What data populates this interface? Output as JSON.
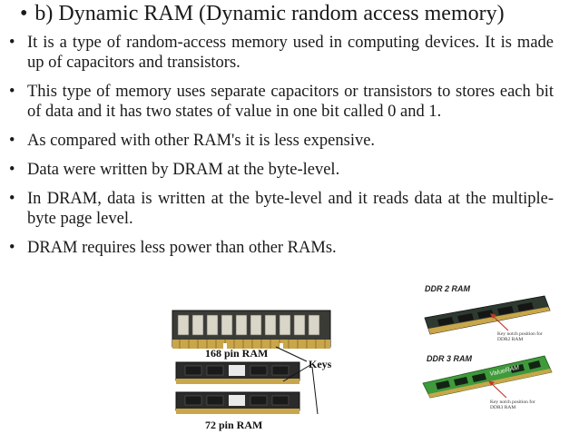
{
  "slide": {
    "title": "b) Dynamic RAM (Dynamic random access memory)",
    "bullet_char": "•",
    "bullets": [
      "It is a type of random-access memory used in computing devices. It is made up of capacitors and transistors.",
      "This type of memory uses separate capacitors or transistors to stores each bit of data and it has two states of value in one bit called 0 and 1.",
      "As compared with other RAM's it is less expensive.",
      "Data were written by DRAM at the byte-level.",
      "In DRAM, data is written at the byte-level and it reads data at the multiple-byte page level.",
      "DRAM requires less power than other RAMs."
    ]
  },
  "figure_left": {
    "label_168": "168 pin RAM",
    "label_keys": "Keys",
    "label_72": "72 pin RAM"
  },
  "figure_right": {
    "label_ddr2": "DDR 2 RAM",
    "note_ddr2_line1": "Key notch position for",
    "note_ddr2_line2": "DDR2 RAM",
    "label_ddr3": "DDR 3 RAM",
    "note_ddr3_line1": "Key notch position for",
    "note_ddr3_line2": "DDR3 RAM",
    "ddr3_brand": "ValueRAM"
  },
  "colors": {
    "text": "#1a1a1a",
    "pcb_dark": "#2e3a30",
    "pcb_green": "#3f9a3c",
    "gold": "#c9a64a",
    "arrow_red": "#c0392b"
  }
}
